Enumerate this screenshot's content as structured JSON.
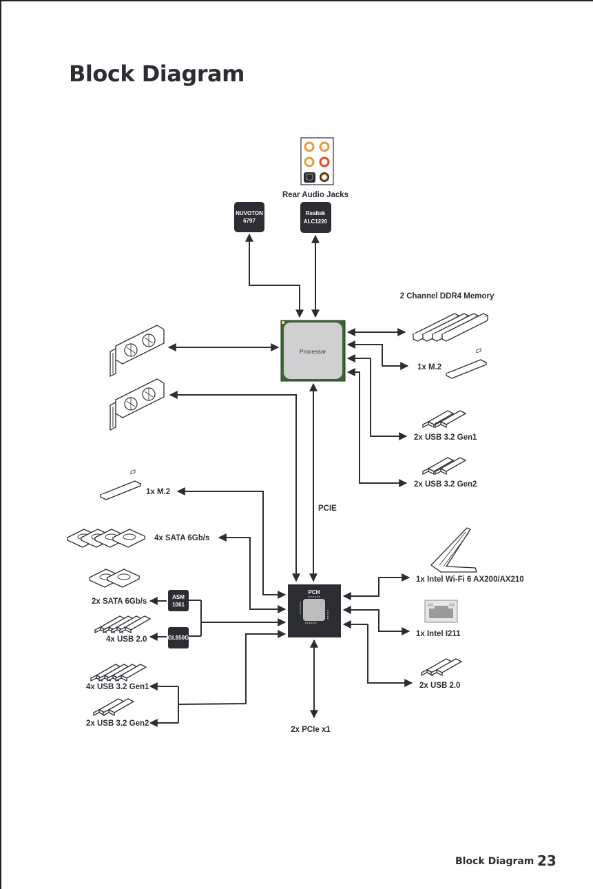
{
  "page": {
    "title": "Block Diagram",
    "footer_label": "Block Diagram",
    "page_number": "23"
  },
  "diagram": {
    "nodes": {
      "processor": "Processor",
      "pch": "PCH",
      "nuvoton_line1": "NUVOTON",
      "nuvoton_line2": "6797",
      "realtek_line1": "Realtek",
      "realtek_line2": "ALC1220",
      "asm_line1": "ASM",
      "asm_line2": "1061",
      "gl850g": "GL850G"
    },
    "labels": {
      "rear_audio": "Rear Audio Jacks",
      "memory": "2 Channel DDR4 Memory",
      "cpu_m2": "1x M.2",
      "cpu_usb_gen1": "2x USB 3.2 Gen1",
      "cpu_usb_gen2": "2x USB 3.2 Gen2",
      "pcie_bus": "PCIE",
      "pch_m2": "1x M.2",
      "pch_sata": "4x SATA 6Gb/s",
      "asm_sata": "2x SATA 6Gb/s",
      "gl_usb20": "4x USB 2.0",
      "pch_usb_gen1": "4x USB 3.2 Gen1",
      "pch_usb_gen2": "2x USB 3.2 Gen2",
      "pcie_x1": "2x PCIe x1",
      "wifi": "1x Intel Wi-Fi 6 AX200/AX210",
      "lan": "1x Intel I211",
      "pch_usb20": "2x USB 2.0"
    },
    "icons": {
      "audio_jacks": "audio-jacks-icon",
      "graphics_card": "graphics-card-icon",
      "memory": "ddr4-memory-icon",
      "m2": "m2-ssd-icon",
      "usb": "usb-stick-icon",
      "hdd": "hard-drive-icon",
      "antenna": "wifi-antenna-icon",
      "ethernet": "ethernet-port-icon"
    },
    "colors": {
      "chip_dark": "#2b2d33",
      "processor_green": "#3a6b2e",
      "processor_face": "#d0d0d3",
      "jack_orange": "#e89a3a",
      "jack_red": "#e8462a"
    }
  }
}
